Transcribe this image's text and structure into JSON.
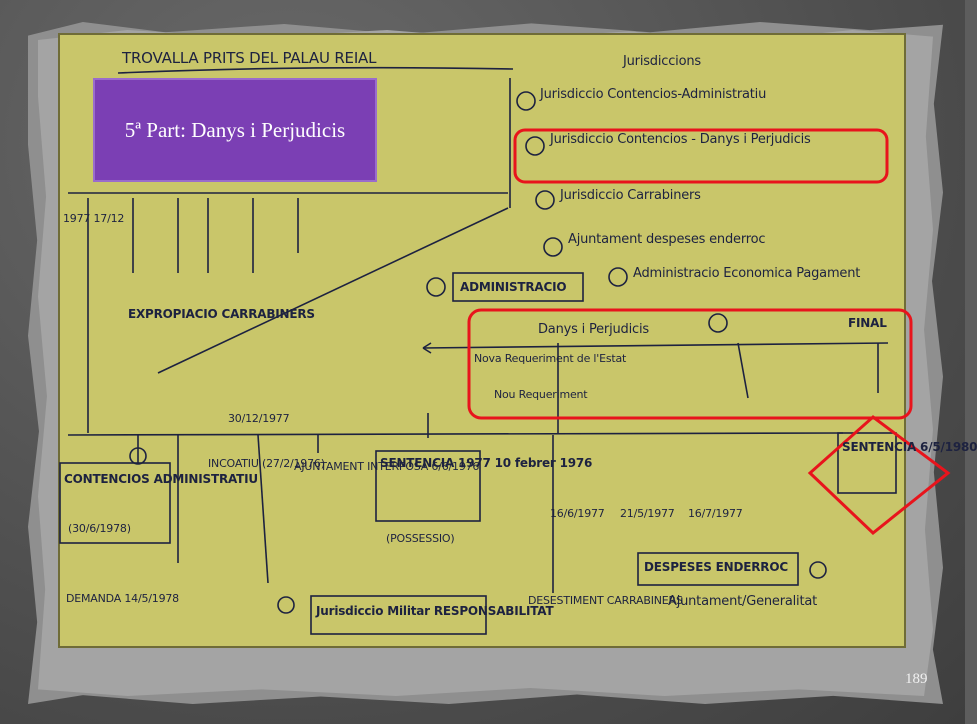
{
  "slide": {
    "title": "5ª Part: Danys i Perjudicis",
    "page_number": "189"
  },
  "colors": {
    "note_paper": "#c9c66a",
    "title_bg": "#7b3fb4",
    "highlight_red": "#e8141c",
    "ink": "#1d2240"
  },
  "notes": {
    "top_header": "TROVALLA PRITS DEL PALAU REIAL",
    "jurisdictions_title": "Jurisdiccions",
    "j1": "Jurisdiccio Contencios-Administratiu",
    "j2": "Jurisdiccio Contencios - Danys i Perjudicis",
    "j3": "Jurisdiccio Carrabiners",
    "j4": "Ajuntament despeses enderroc",
    "j5": "Administracio Economica Pagament",
    "administracio": "ADMINISTRACIO",
    "danys_label": "Danys i Perjudicis",
    "final_label": "FINAL",
    "recurs_note": "Nova Requeriment de l'Estat",
    "recurs_sub": "Nou Requeriment",
    "date_1977": "30/12/1977",
    "contencios": "CONTENCIOS ADMINISTRATIU",
    "contencios_date": "(30/6/1978)",
    "sentencia": "SENTENCIA 1977 10 febrer 1976",
    "sentencia_sub": "(POSSESSIO)",
    "ineffectiu": "INCOATIU (27/2/1976)",
    "ajuntament": "AJUNTAMENT INTERPOSA 6/6/1976",
    "despeses": "DESPESES ENDERROC",
    "ajuntament_gen": "Ajuntament/Generalitat",
    "respons": "Jurisdiccio Militar RESPONSABILITAT",
    "sentencia_final": "SENTENCIA 6/5/1980",
    "desestiment": "DESESTIMENT CARRABINERS",
    "date_16_6": "16/6/1977",
    "date_21_5": "21/5/1977",
    "date_16_7": "16/7/1977",
    "dates_top": "1977 17/12",
    "demanda": "DEMANDA 14/5/1978",
    "expropiacio": "EXPROPIACIO CARRABINERS"
  }
}
